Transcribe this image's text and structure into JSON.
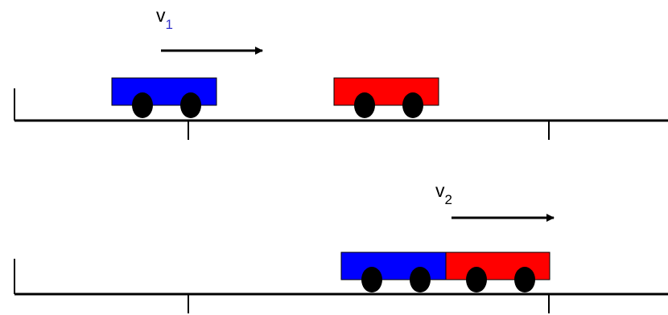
{
  "before": {
    "velocity_label": {
      "base": "v",
      "subscript": "1"
    },
    "carts": [
      {
        "id": "blue-cart",
        "color": "#0000ff"
      },
      {
        "id": "red-cart",
        "color": "#ff0000"
      }
    ]
  },
  "after": {
    "velocity_label": {
      "base": "v",
      "subscript": "2"
    },
    "carts": [
      {
        "id": "blue-cart",
        "color": "#0000ff"
      },
      {
        "id": "red-cart",
        "color": "#ff0000"
      }
    ]
  },
  "colors": {
    "track": "#000000",
    "wheel": "#000000",
    "subscript_before": "#3333cc",
    "subscript_after": "#000000"
  }
}
